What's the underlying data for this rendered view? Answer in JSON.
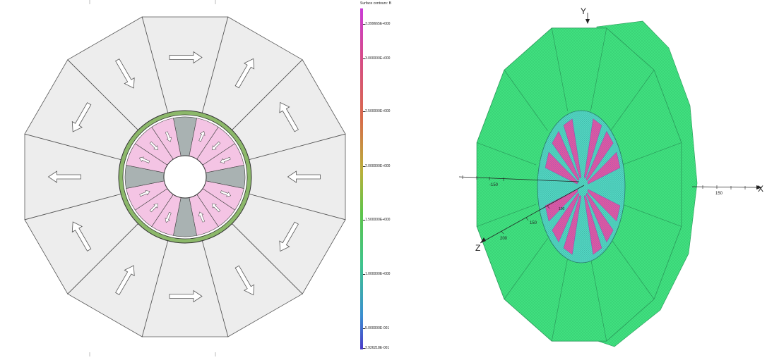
{
  "legend": {
    "title": "Surface contours: B",
    "labels": [
      "3.399665E+000",
      "3.000000E+000",
      "2.500000E+000",
      "2.000000E+000",
      "1.500000E+000",
      "1.000000E+000",
      "5.000000E-001",
      "2.926218E-001"
    ]
  },
  "right_view": {
    "axes": {
      "x": "X",
      "y": "Y",
      "z": "Z"
    },
    "ticks": {
      "x_neg": "-150",
      "x_pos": "150",
      "z_150": "150",
      "z_200": "200",
      "z_100": "100"
    }
  },
  "colors": {
    "outer_segment": "#ededed",
    "rotor_pink": "#f4c4e4",
    "rotor_gray": "#a9b2b2",
    "ring_green": "#8cb86a",
    "mesh_green": "#3ee67f",
    "mesh_cyan": "#4fd0c6"
  },
  "left_view": {
    "outer_polygon_sides": 12,
    "inner_rotor_segments": 16
  }
}
